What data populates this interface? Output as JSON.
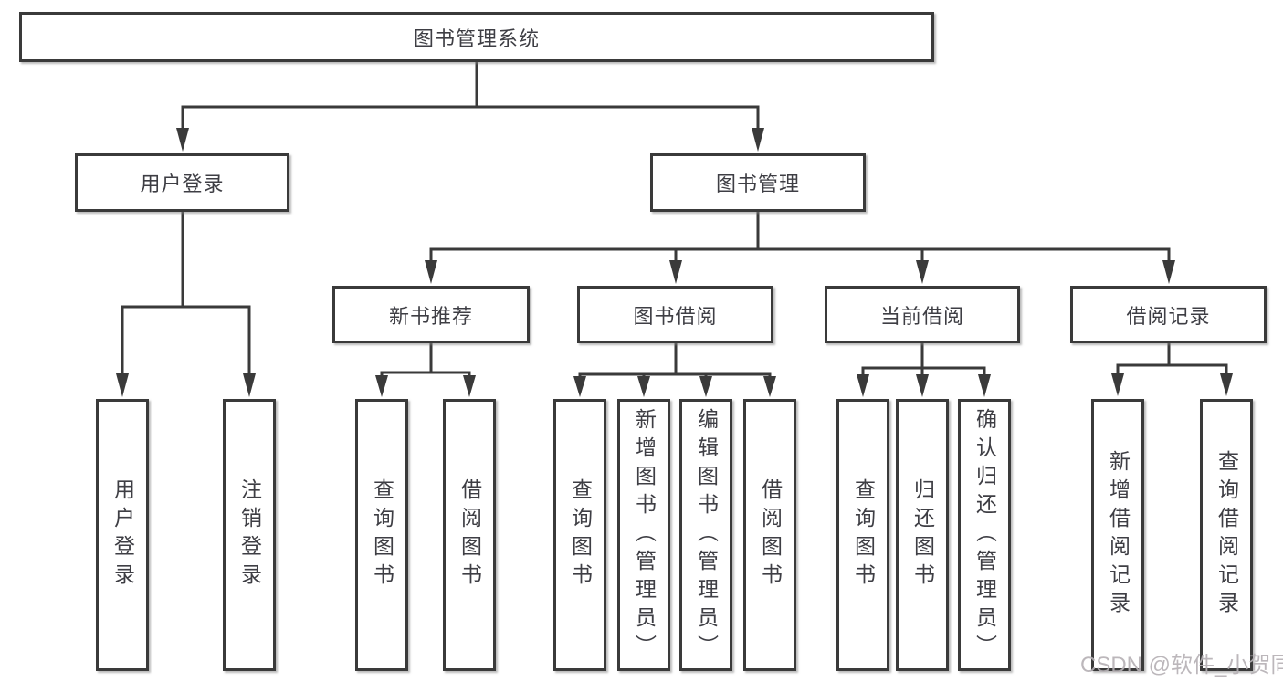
{
  "tree": {
    "root": {
      "label": "图书管理系统"
    },
    "user": {
      "label": "用户登录",
      "children": [
        {
          "label": "用户登录"
        },
        {
          "label": "注销登录"
        }
      ]
    },
    "mgmt": {
      "label": "图书管理",
      "children": [
        {
          "label": "新书推荐",
          "children": [
            {
              "label": "查询图书"
            },
            {
              "label": "借阅图书"
            }
          ]
        },
        {
          "label": "图书借阅",
          "children": [
            {
              "label": "查询图书"
            },
            {
              "label": "新增图书（管理员）"
            },
            {
              "label": "编辑图书（管理员）"
            },
            {
              "label": "借阅图书"
            }
          ]
        },
        {
          "label": "当前借阅",
          "children": [
            {
              "label": "查询图书"
            },
            {
              "label": "归还图书"
            },
            {
              "label": "确认归还（管理员）"
            }
          ]
        },
        {
          "label": "借阅记录",
          "children": [
            {
              "label": "新增借阅记录"
            },
            {
              "label": "查询借阅记录"
            }
          ]
        }
      ]
    }
  },
  "watermark": {
    "text": "CSDN @软件_小贺同学"
  },
  "colors": {
    "line": "#3a3a3a",
    "text": "#3e3e44",
    "watermark": "#b5b0b4",
    "background": "#ffffff"
  }
}
